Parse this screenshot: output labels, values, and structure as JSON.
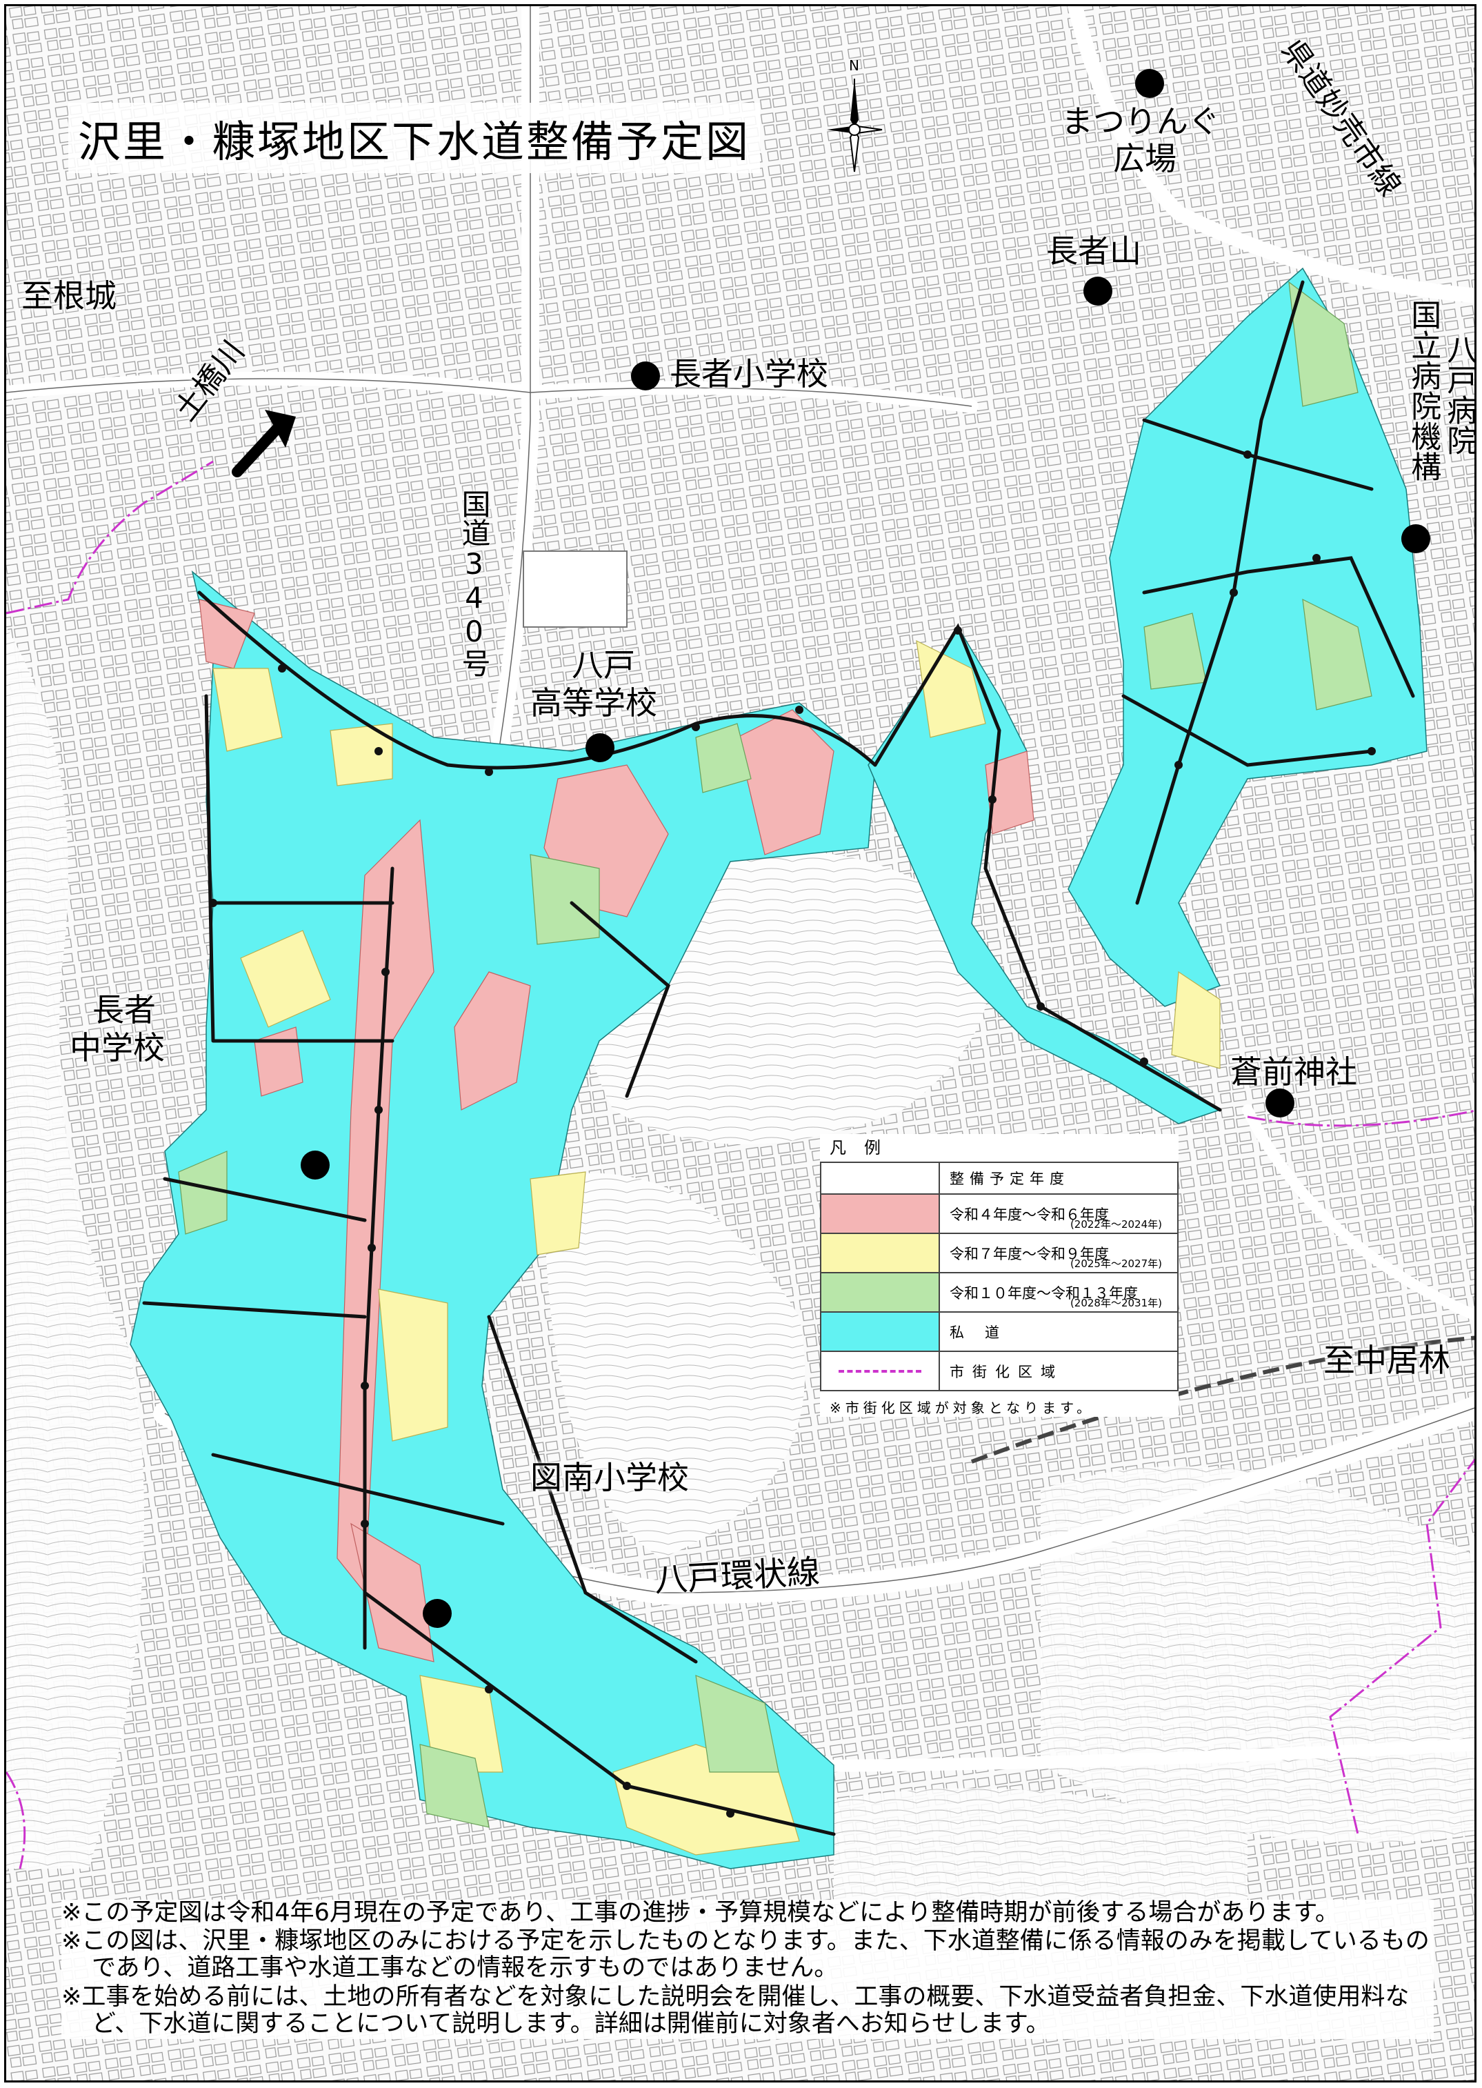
{
  "title": "沢里・糠塚地区下水道整備予定図",
  "compass_letter": "N",
  "labels": {
    "matsurinngu": "まつりんぐ",
    "hiroba": "広場",
    "chojayama": "長者山",
    "chouja_elementary": "長者小学校",
    "to_nejo": "至根城",
    "tsuchihashi_river": "土橋川",
    "route340": "国道340号",
    "hachinohe_high1": "八戸",
    "hachinohe_high2": "高等学校",
    "chouja_junior1": "長者",
    "chouja_junior2": "中学校",
    "prefectural_road": "県道妙売市線",
    "hospital_col1": "国立病院機構",
    "hospital_col2": "八戸病院",
    "soozen_shrine": "蒼前神社",
    "to_nakaibayashi": "至中居林",
    "tonan_elementary": "図南小学校",
    "ring_road": "八戸環状線"
  },
  "legend": {
    "title": "凡例",
    "header": "整備予定年度",
    "items": [
      {
        "label": "令和４年度～令和６年度",
        "sub": "(2022年～2024年)",
        "color": "#f4b5b5"
      },
      {
        "label": "令和７年度～令和９年度",
        "sub": "(2025年～2027年)",
        "color": "#fbf7ad"
      },
      {
        "label": "令和１０年度～令和１３年度",
        "sub": "(2028年～2031年)",
        "color": "#b8e6a9"
      },
      {
        "label": "私道",
        "sub": "",
        "color": "#62f2f2"
      },
      {
        "label": "市街化区域",
        "sub": "",
        "color": "#cc33cc"
      }
    ],
    "note": "※市街化区域が対象となります。"
  },
  "notes": [
    "※この予定図は令和4年6月現在の予定であり、工事の進捗・予算規模などにより整備時期が前後する場合があります。",
    "※この図は、沢里・糠塚地区のみにおける予定を示したものとなります。また、下水道整備に係る情報のみを掲載しているものであり、道路工事や水道工事などの情報を示すものではありません。",
    "※工事を始める前には、土地の所有者などを対象にした説明会を開催し、工事の概要、下水道受益者負担金、下水道使用料など、下水道に関することについて説明します。詳細は開催前に対象者へお知らせします。"
  ],
  "colors": {
    "phase1": "#f4b5b5",
    "phase2": "#fbf7ad",
    "phase3": "#b8e6a9",
    "private_road": "#62f2f2",
    "urban_boundary": "#cc33cc"
  }
}
